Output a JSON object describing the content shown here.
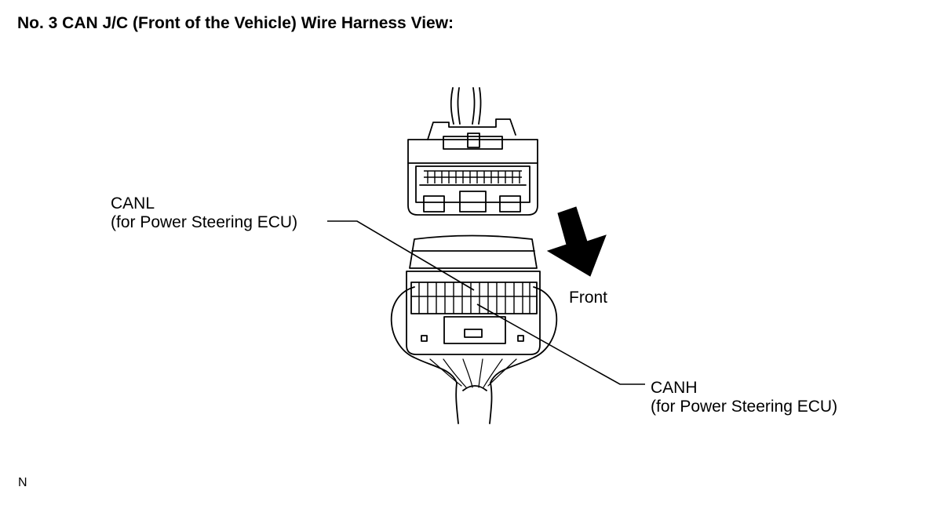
{
  "title": "No. 3 CAN J/C (Front of the Vehicle) Wire Harness View:",
  "callouts": {
    "canl": {
      "name": "CANL",
      "detail": "(for Power Steering ECU)"
    },
    "canh": {
      "name": "CANH",
      "detail": "(for Power Steering ECU)"
    }
  },
  "direction_label": "Front",
  "page_mark": "N",
  "icons": {
    "direction": "down-arrow-icon"
  },
  "colors": {
    "line": "#000000",
    "background": "#ffffff"
  }
}
